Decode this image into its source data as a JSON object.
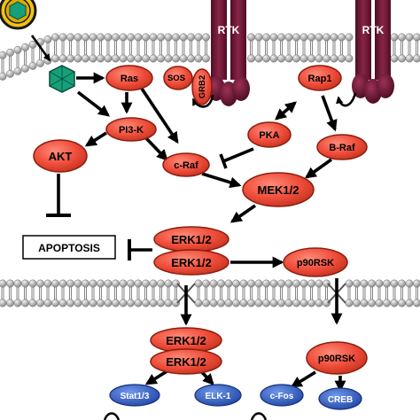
{
  "colors": {
    "node_fill": "#ee4c39",
    "node_stroke": "#8a1e10",
    "blue_fill": "#2f5fc4",
    "receptor_fill": "#6b1a35",
    "virus_fill": "#15a07a",
    "membrane_head": "#b9b9b9"
  },
  "receptors": [
    "RTK",
    "RTK"
  ],
  "nodes": {
    "ras": "Ras",
    "sos": "SOS",
    "grb2": "GRB2",
    "rap1": "Rap1",
    "pi3k": "PI3-K",
    "pka": "PKA",
    "akt": "AKT",
    "craf": "c-Raf",
    "braf": "B-Raf",
    "mek": "MEK1/2",
    "erk_top": "ERK1/2",
    "erk_bottom": "ERK1/2",
    "p90rsk": "p90RSK",
    "erk_nuc_top": "ERK1/2",
    "erk_nuc_bottom": "ERK1/2",
    "p90rsk_nuc": "p90RSK"
  },
  "apoptosis": "APOPTOSIS",
  "transcription_factors": [
    "Stat1/3",
    "ELK-1",
    "c-Fos",
    "CREB"
  ],
  "icons": {
    "virus": "virus-capsid-icon",
    "receptor": "receptor-tyrosine-kinase-icon",
    "membrane": "lipid-bilayer"
  }
}
